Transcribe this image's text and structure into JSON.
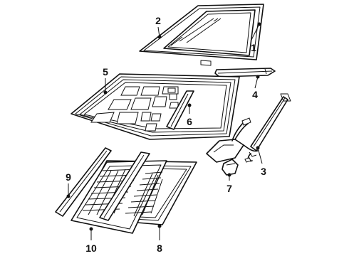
{
  "diagram": {
    "type": "exploded parts diagram",
    "callouts": [
      {
        "id": "1",
        "label": "1"
      },
      {
        "id": "2",
        "label": "2"
      },
      {
        "id": "3",
        "label": "3"
      },
      {
        "id": "4",
        "label": "4"
      },
      {
        "id": "5",
        "label": "5"
      },
      {
        "id": "6",
        "label": "6"
      },
      {
        "id": "7",
        "label": "7"
      },
      {
        "id": "8",
        "label": "8"
      },
      {
        "id": "9",
        "label": "9"
      },
      {
        "id": "10",
        "label": "10"
      }
    ]
  }
}
